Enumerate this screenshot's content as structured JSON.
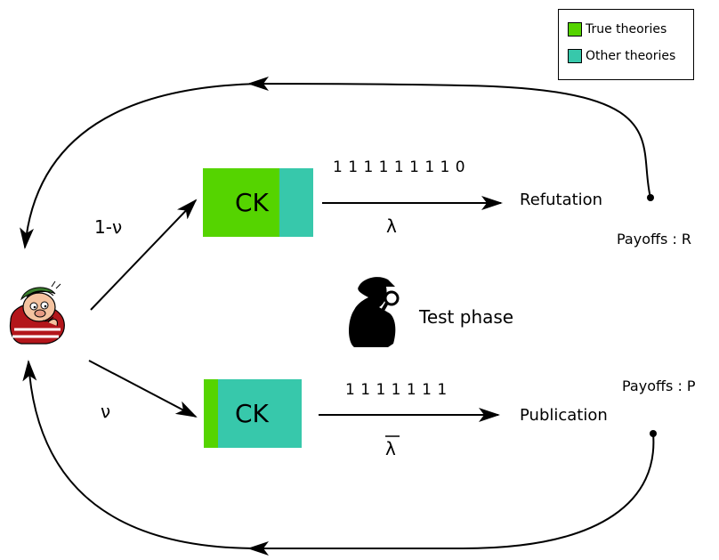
{
  "legend": {
    "items": [
      {
        "label": "True theories",
        "color": "#55d400"
      },
      {
        "label": "Other theories",
        "color": "#37c8ab"
      }
    ]
  },
  "top_branch": {
    "probability": "1-ν",
    "box_label": "CK",
    "sequence": "1 1 1 1 1 1 1 1 0",
    "rate": "λ",
    "outcome": "Refutation",
    "payoffs": "Payoffs : R"
  },
  "bottom_branch": {
    "probability": "ν",
    "box_label": "CK",
    "sequence": "1 1 1 1 1 1 1",
    "rate": "λ",
    "outcome": "Publication",
    "payoffs": "Payoffs : P"
  },
  "center": {
    "label": "Test phase",
    "icon": "detective-silhouette-icon"
  },
  "agent": {
    "icon": "thinking-scientist-icon"
  },
  "colors": {
    "true_theories": "#55d400",
    "other_theories": "#37c8ab",
    "ink": "#000000"
  }
}
